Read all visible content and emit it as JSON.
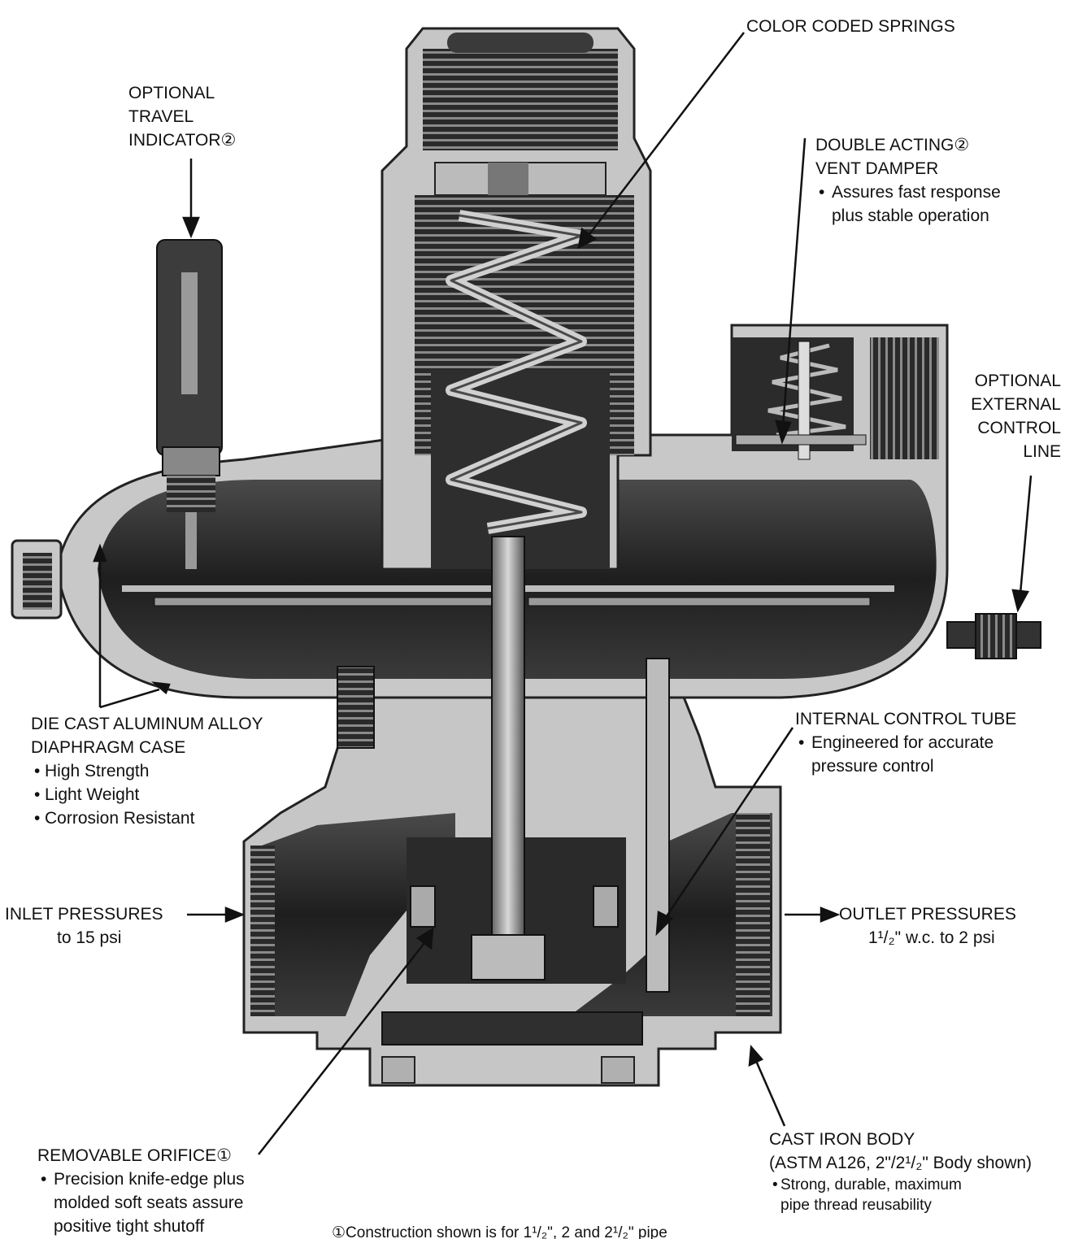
{
  "labels": {
    "springs": "COLOR CODED SPRINGS",
    "travel": [
      "OPTIONAL",
      "TRAVEL",
      "INDICATOR②"
    ],
    "damper": {
      "title": [
        "DOUBLE ACTING②",
        "VENT DAMPER"
      ],
      "bullet": [
        "Assures fast response",
        "plus stable operation"
      ]
    },
    "external": [
      "OPTIONAL",
      "EXTERNAL",
      "CONTROL",
      "LINE"
    ],
    "case": {
      "title": [
        "DIE CAST ALUMINUM ALLOY",
        "DIAPHRAGM CASE"
      ],
      "bullets": [
        "High Strength",
        "Light Weight",
        "Corrosion Resistant"
      ]
    },
    "tube": {
      "title": "INTERNAL CONTROL TUBE",
      "bullet": [
        "Engineered for accurate",
        "pressure control"
      ]
    },
    "inlet": {
      "title": "INLET PRESSURES",
      "value": "to 15 psi"
    },
    "outlet": {
      "title": "OUTLET PRESSURES",
      "value": "1¹/₂\" w.c. to 2 psi"
    },
    "orifice": {
      "title": "REMOVABLE ORIFICE①",
      "bullet": [
        "Precision knife-edge plus",
        "molded soft seats assure",
        "positive tight shutoff"
      ]
    },
    "body": {
      "title": [
        "CAST IRON BODY",
        "(ASTM A126, 2\"/2¹/₂\" Body shown)"
      ],
      "bullet": [
        "Strong, durable, maximum",
        "pipe thread reusability"
      ]
    },
    "footnote": "①Construction shown is for 1¹/₂\", 2 and 2¹/₂\" pipe"
  },
  "colors": {
    "metal": "#c9c9c9",
    "metal_dark": "#8e8e8e",
    "cavity": "#2b2b2b",
    "cavity_light": "#454545",
    "leader": "#111111"
  }
}
